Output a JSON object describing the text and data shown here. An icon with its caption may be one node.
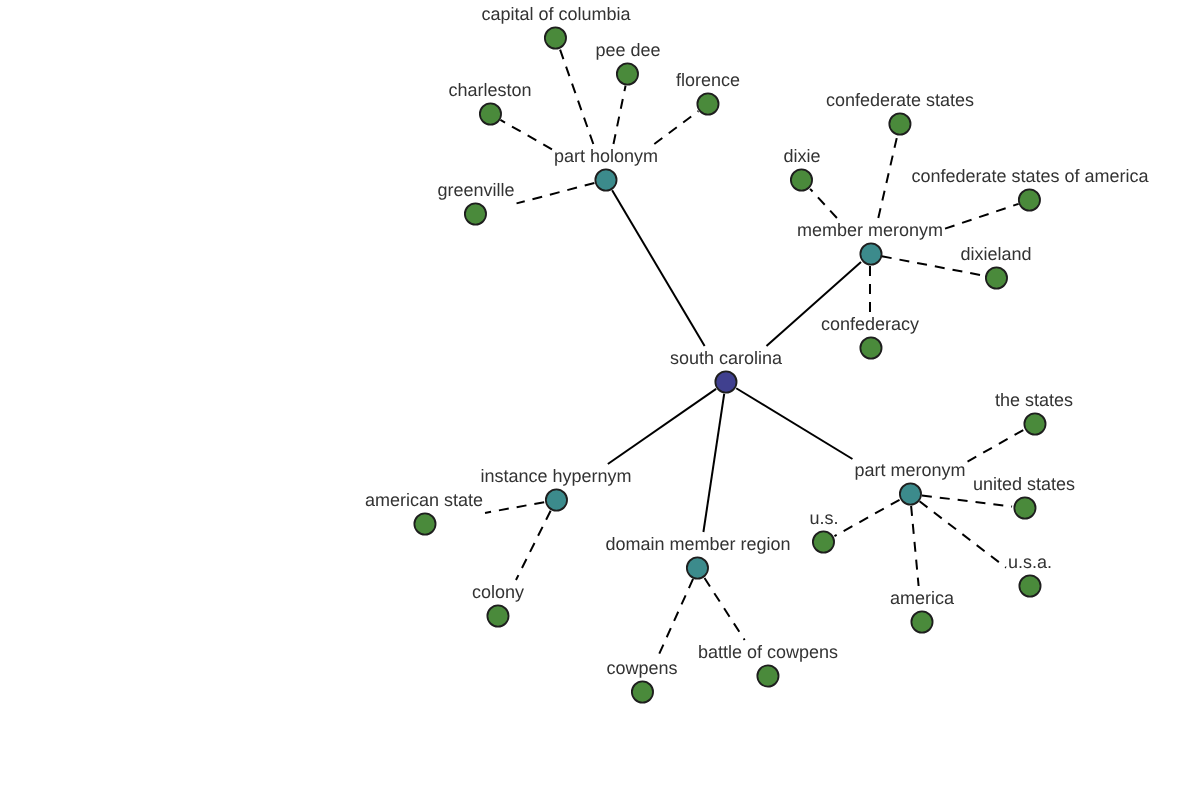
{
  "diagram": {
    "nodes": [
      {
        "text": [
          "south carolina"
        ]
      },
      {
        "text": [
          "part holonym"
        ]
      },
      {
        "text": [
          "capital of columbia"
        ]
      },
      {
        "text": [
          "pee dee"
        ]
      },
      {
        "text": [
          "florence"
        ]
      },
      {
        "text": [
          "charleston"
        ]
      },
      {
        "text": [
          "greenville"
        ]
      },
      {
        "text": [
          "member meronym"
        ]
      },
      {
        "text": [
          "confederate states"
        ]
      },
      {
        "text": [
          "dixie"
        ]
      },
      {
        "text": [
          "confederate states of america"
        ]
      },
      {
        "text": [
          "dixieland"
        ]
      },
      {
        "text": [
          "confederacy"
        ]
      },
      {
        "text": [
          "instance hypernym"
        ]
      },
      {
        "text": [
          "american state"
        ]
      },
      {
        "text": [
          "colony"
        ]
      },
      {
        "text": [
          "domain member region"
        ]
      },
      {
        "text": [
          "cowpens"
        ]
      },
      {
        "text": [
          "battle of cowpens"
        ]
      },
      {
        "text": [
          "part meronym"
        ]
      },
      {
        "text": [
          "the states"
        ]
      },
      {
        "text": [
          "united states"
        ]
      },
      {
        "text": [
          "u.s."
        ]
      },
      {
        "text": [
          "u.s.a."
        ]
      },
      {
        "text": [
          "america"
        ]
      }
    ],
    "edges": [
      {
        "from": 0,
        "to": 1,
        "arrow": "none"
      },
      {
        "from": 0,
        "to": 7,
        "arrow": "none"
      },
      {
        "from": 0,
        "to": 13,
        "arrow": "none"
      },
      {
        "from": 0,
        "to": 16,
        "arrow": "none"
      },
      {
        "from": 0,
        "to": 19,
        "arrow": "none"
      },
      {
        "from": 1,
        "to": 2,
        "arrow": "none",
        "style": "dashed"
      },
      {
        "from": 1,
        "to": 3,
        "arrow": "none",
        "style": "dashed"
      },
      {
        "from": 1,
        "to": 4,
        "arrow": "none",
        "style": "dashed"
      },
      {
        "from": 1,
        "to": 5,
        "arrow": "none",
        "style": "dashed"
      },
      {
        "from": 1,
        "to": 6,
        "arrow": "none",
        "style": "dashed"
      },
      {
        "from": 7,
        "to": 8,
        "arrow": "none",
        "style": "dashed"
      },
      {
        "from": 7,
        "to": 9,
        "arrow": "none",
        "style": "dashed"
      },
      {
        "from": 7,
        "to": 10,
        "arrow": "none",
        "style": "dashed"
      },
      {
        "from": 7,
        "to": 11,
        "arrow": "none",
        "style": "dashed"
      },
      {
        "from": 7,
        "to": 12,
        "arrow": "none",
        "style": "dashed"
      },
      {
        "from": 13,
        "to": 14,
        "arrow": "none",
        "style": "dashed"
      },
      {
        "from": 13,
        "to": 15,
        "arrow": "none",
        "style": "dashed"
      },
      {
        "from": 16,
        "to": 17,
        "arrow": "none",
        "style": "dashed"
      },
      {
        "from": 16,
        "to": 18,
        "arrow": "none",
        "style": "dashed"
      },
      {
        "from": 19,
        "to": 20,
        "arrow": "none",
        "style": "dashed"
      },
      {
        "from": 19,
        "to": 21,
        "arrow": "none",
        "style": "dashed"
      },
      {
        "from": 19,
        "to": 22,
        "arrow": "none",
        "style": "dashed"
      },
      {
        "from": 19,
        "to": 23,
        "arrow": "none",
        "style": "dashed"
      },
      {
        "from": 19,
        "to": 24,
        "arrow": "none",
        "style": "dashed"
      }
    ]
  }
}
